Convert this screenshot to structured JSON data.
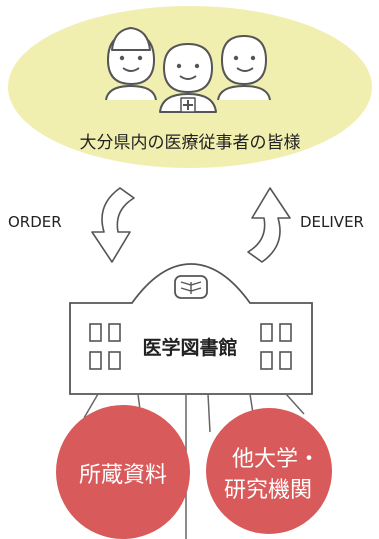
{
  "users": {
    "label": "大分県内の医療従事者の皆様",
    "ellipse_color": "#f1efb0"
  },
  "flows": {
    "order_label": "ORDER",
    "deliver_label": "DELIVER"
  },
  "library": {
    "name": "医学図書館"
  },
  "sources": {
    "holdings_label": "所蔵資料",
    "other_line1": "他大学・",
    "other_line2": "研究機関",
    "circle_color": "#d95a5a"
  },
  "colors": {
    "stroke": "#555555",
    "text": "#222222",
    "white": "#ffffff"
  }
}
